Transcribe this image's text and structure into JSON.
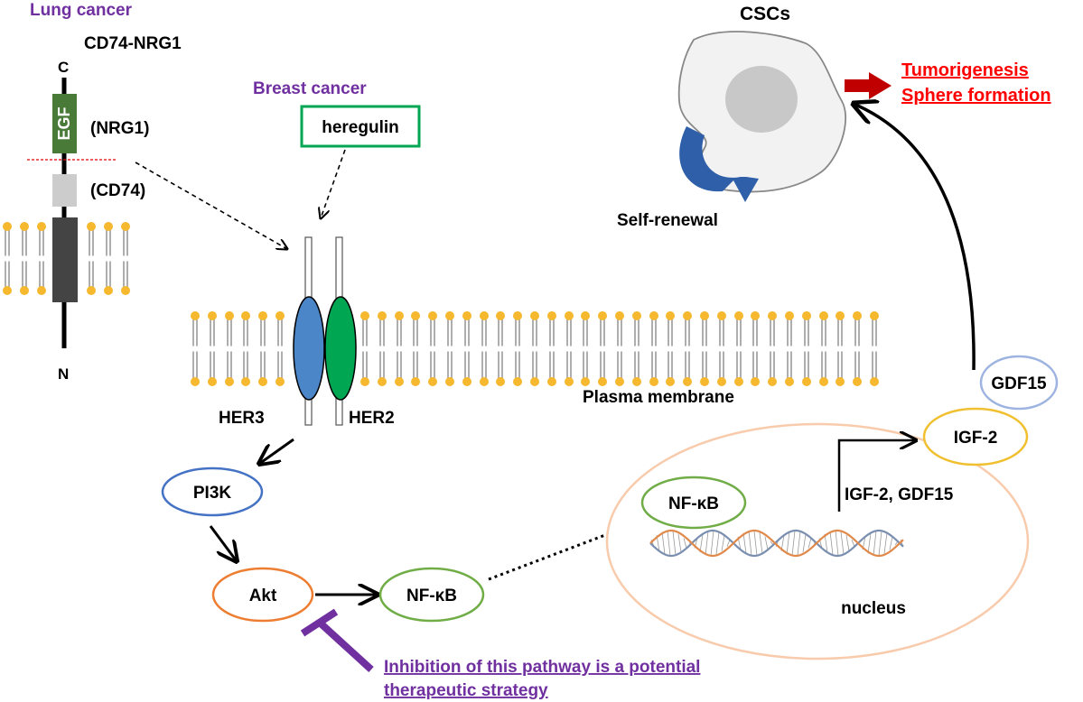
{
  "left_panel": {
    "cancer_label": "Lung cancer",
    "fusion_name": "CD74-NRG1",
    "c_terminus": "C",
    "n_terminus": "N",
    "egf_domain": "EGF",
    "nrg1_label": "(NRG1)",
    "cd74_label": "(CD74)"
  },
  "breast": {
    "cancer_label": "Breast cancer",
    "ligand": "heregulin"
  },
  "receptors": {
    "her3": "HER3",
    "her2": "HER2",
    "membrane_label": "Plasma membrane"
  },
  "pathway": {
    "pi3k": "PI3K",
    "akt": "Akt",
    "nfkb_cytoplasm": "NF-κB",
    "nfkb_nucleus": "NF-κB",
    "nucleus_label": "nucleus",
    "target_genes": "IGF-2, GDF15",
    "igf2": "IGF-2",
    "gdf15": "GDF15"
  },
  "csc": {
    "title": "CSCs",
    "self_renewal": "Self-renewal",
    "outcome_line1": "Tumorigenesis",
    "outcome_line2": "Sphere formation"
  },
  "inhibition_note": {
    "line1": "Inhibition of this pathway is a potential",
    "line2": "therapeutic strategy"
  },
  "colors": {
    "purple": "#7030a0",
    "red": "#ff0000",
    "her3_blue": "#4a86c8",
    "her2_green": "#00a651",
    "egf_green": "#4a7a38",
    "lipid_head": "#f5b82e",
    "pi3k_outline": "#4472c4",
    "akt_outline": "#ed7d31",
    "nfkb_outline": "#70ad47",
    "igf2_outline": "#f0c030",
    "gdf15_outline": "#9db3e0",
    "nucleus_outline": "#f8cbad",
    "self_renewal_arrow": "#2e5fa8",
    "outcome_arrow": "#c00000"
  }
}
